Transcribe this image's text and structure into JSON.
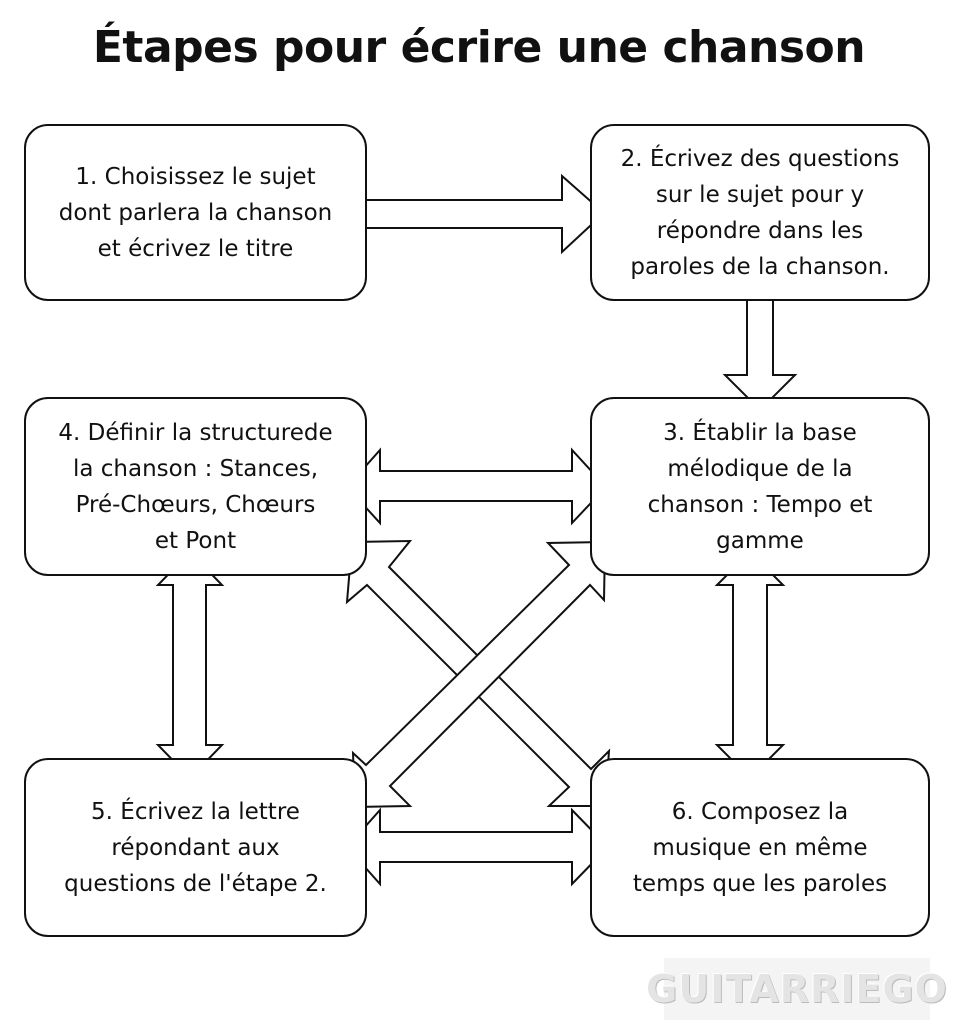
{
  "title": "Étapes pour écrire une chanson",
  "steps": {
    "s1": "1. Choisissez le sujet\ndont parlera la chanson\net écrivez le titre",
    "s2": "2. Écrivez des questions\nsur le sujet pour y\nrépondre dans les\nparoles de la chanson.",
    "s3": "3. Établir la base\nmélodique de la\nchanson : Tempo et\ngamme",
    "s4": "4. Définir la structurede\nla chanson : Stances,\nPré-Chœurs, Chœurs\net Pont",
    "s5": "5. Écrivez la lettre\nrépondant aux\nquestions de l'étape 2.",
    "s6": "6. Composez la\nmusique en même\ntemps que les paroles"
  },
  "connections": [
    {
      "from": "1",
      "to": "2",
      "kind": "one-way"
    },
    {
      "from": "2",
      "to": "3",
      "kind": "one-way"
    },
    {
      "from": "4",
      "to": "3",
      "kind": "two-way"
    },
    {
      "from": "4",
      "to": "5",
      "kind": "two-way"
    },
    {
      "from": "3",
      "to": "6",
      "kind": "two-way"
    },
    {
      "from": "5",
      "to": "6",
      "kind": "two-way"
    },
    {
      "from": "4",
      "to": "6",
      "kind": "two-way"
    },
    {
      "from": "5",
      "to": "3",
      "kind": "two-way"
    }
  ],
  "watermark": "GUITARRIEGO",
  "colors": {
    "stroke": "#111111",
    "fill": "#ffffff"
  }
}
